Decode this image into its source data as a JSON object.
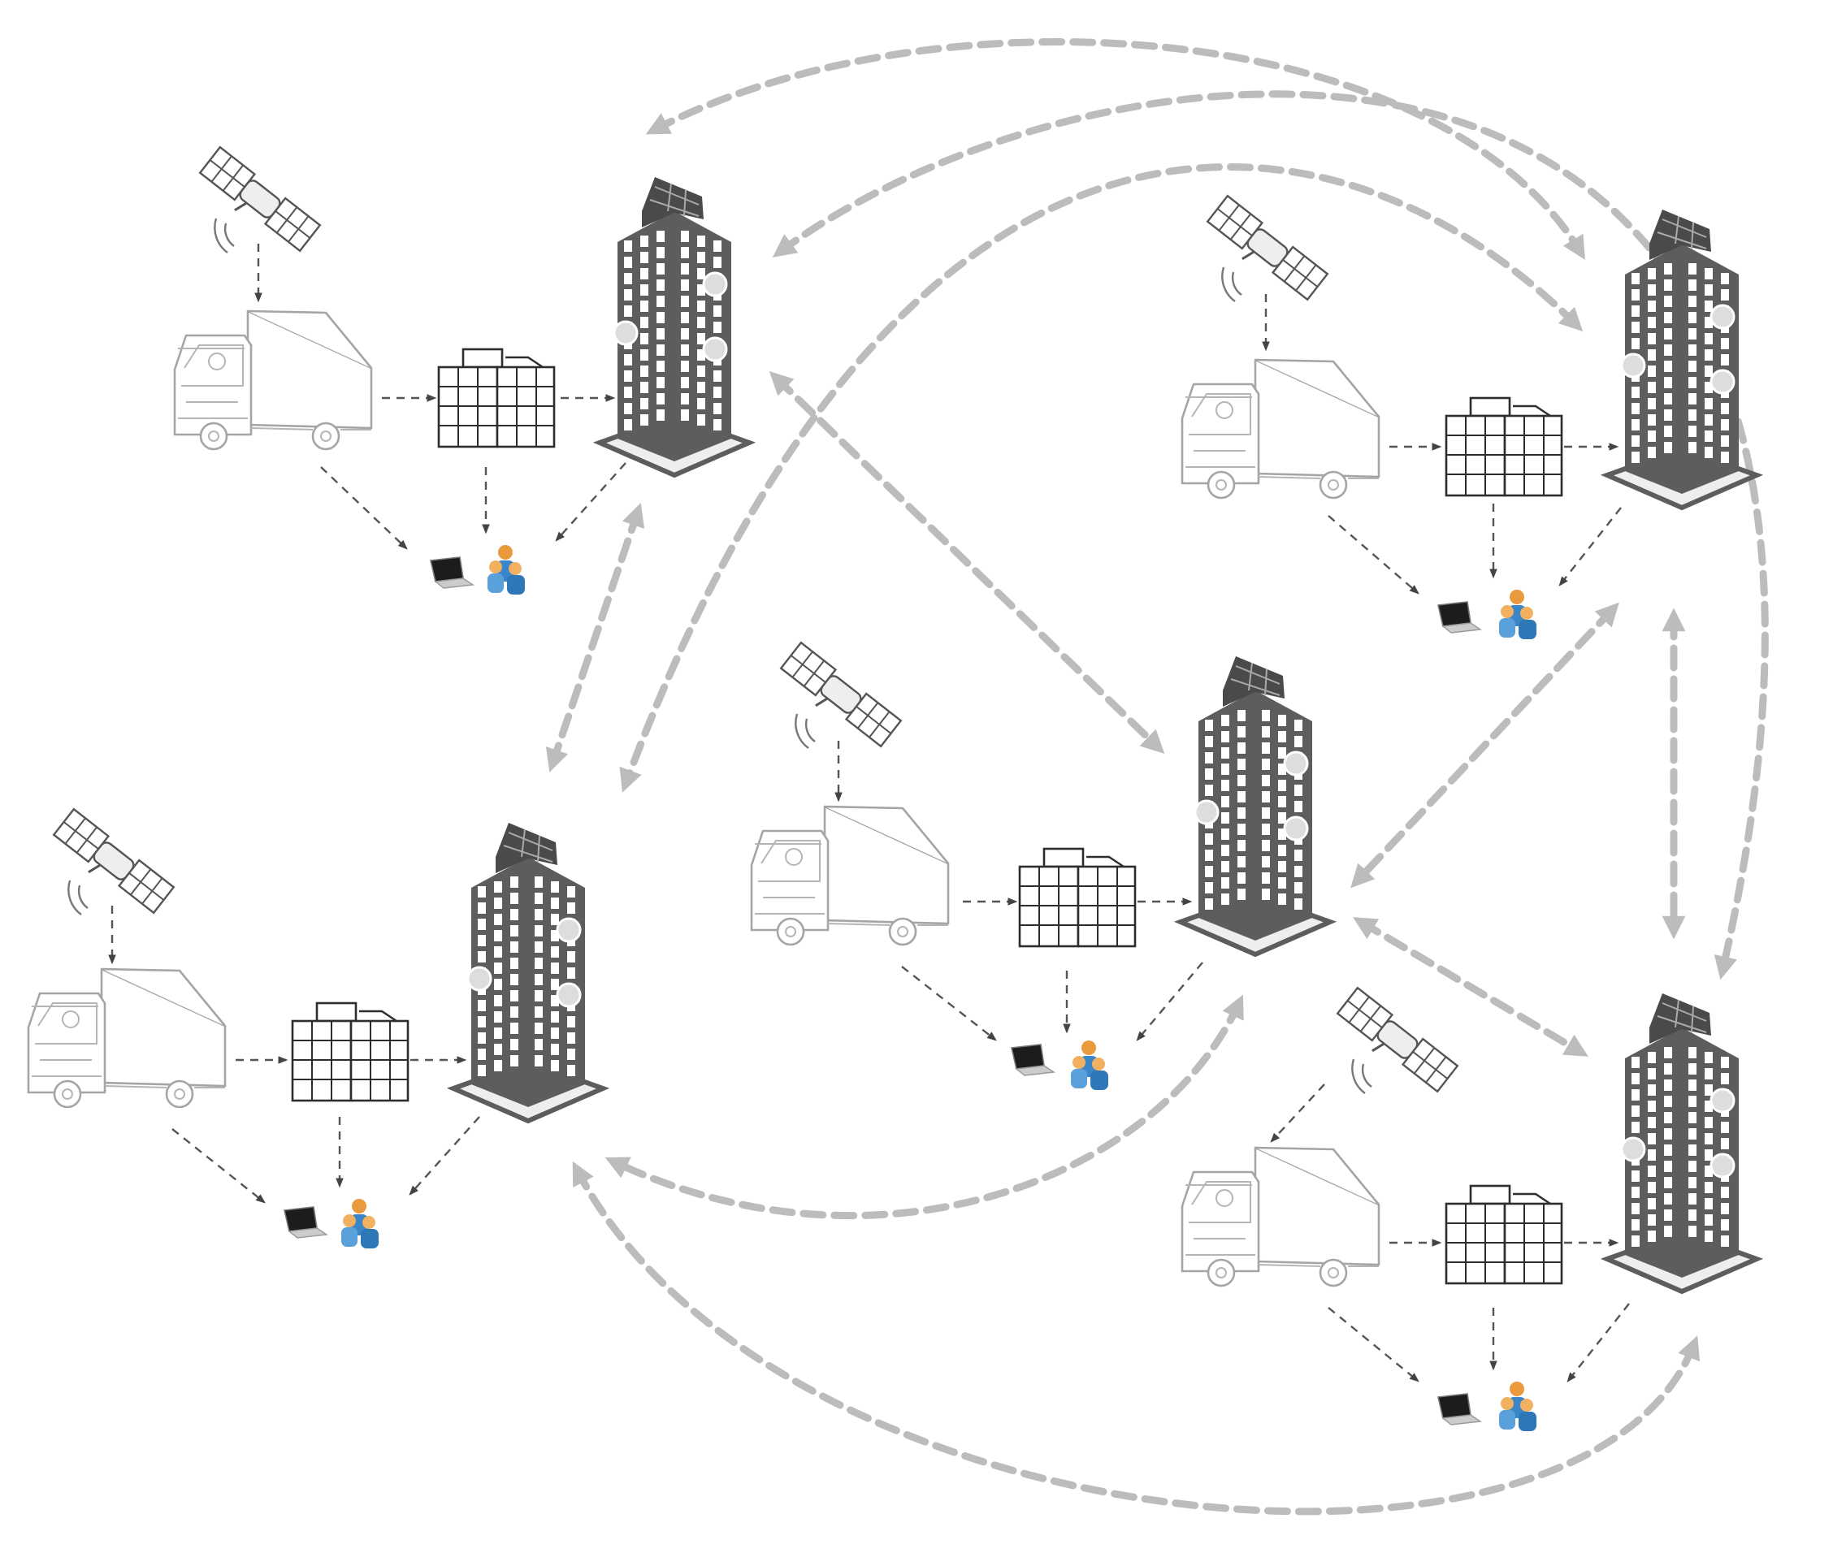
{
  "diagram": {
    "node_groups": [
      {
        "id": "top-left",
        "components": [
          "satellite",
          "truck",
          "warehouse",
          "headquarters-tower",
          "laptop",
          "people"
        ]
      },
      {
        "id": "bottom-left",
        "components": [
          "satellite",
          "truck",
          "warehouse",
          "headquarters-tower",
          "laptop",
          "people"
        ]
      },
      {
        "id": "center",
        "components": [
          "satellite",
          "truck",
          "warehouse",
          "headquarters-tower",
          "laptop",
          "people"
        ]
      },
      {
        "id": "top-right",
        "components": [
          "satellite",
          "truck",
          "warehouse",
          "headquarters-tower",
          "laptop",
          "people"
        ]
      },
      {
        "id": "bottom-right",
        "components": [
          "satellite",
          "truck",
          "warehouse",
          "headquarters-tower",
          "laptop",
          "people"
        ]
      }
    ],
    "connections": [
      {
        "from": "top-left",
        "to": "top-right"
      },
      {
        "from": "top-left",
        "to": "bottom-right"
      },
      {
        "from": "top-left",
        "to": "center"
      },
      {
        "from": "top-left",
        "to": "bottom-left"
      },
      {
        "from": "top-right",
        "to": "bottom-left"
      },
      {
        "from": "top-right",
        "to": "center"
      },
      {
        "from": "top-right",
        "to": "bottom-right"
      },
      {
        "from": "center",
        "to": "bottom-left"
      },
      {
        "from": "center",
        "to": "bottom-right"
      },
      {
        "from": "bottom-left",
        "to": "bottom-right"
      }
    ],
    "colors": {
      "link": "#bcbcbc",
      "flow": "#555555",
      "tower": "#5d5d5d",
      "truck_outline": "#a5a5a5",
      "people_blue": "#3b86c8",
      "people_orange": "#e89a3c"
    }
  }
}
